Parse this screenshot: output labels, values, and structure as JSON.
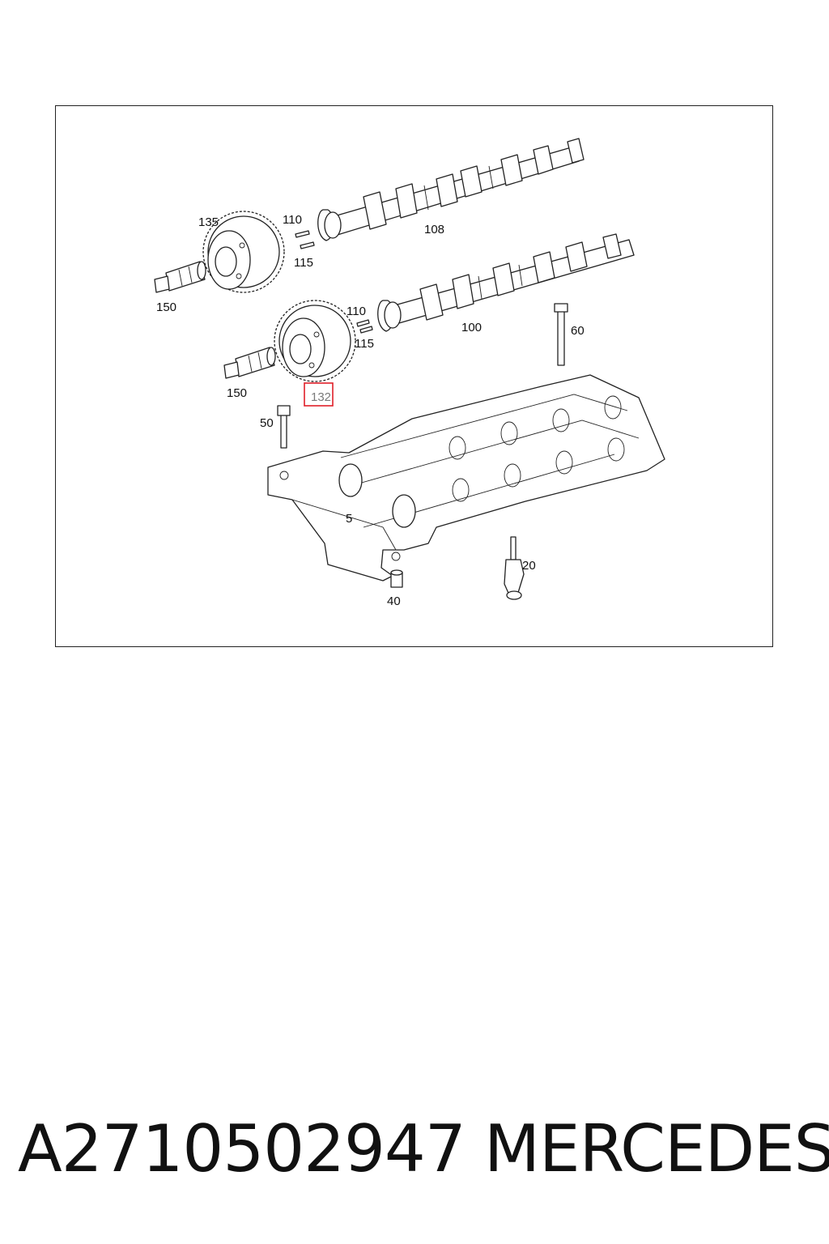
{
  "diagram": {
    "callouts": [
      {
        "id": "c135",
        "label": "135"
      },
      {
        "id": "c110a",
        "label": "110"
      },
      {
        "id": "c115a",
        "label": "115"
      },
      {
        "id": "c108",
        "label": "108"
      },
      {
        "id": "c150a",
        "label": "150"
      },
      {
        "id": "c110b",
        "label": "110"
      },
      {
        "id": "c115b",
        "label": "115"
      },
      {
        "id": "c100",
        "label": "100"
      },
      {
        "id": "c60",
        "label": "60"
      },
      {
        "id": "c150b",
        "label": "150"
      },
      {
        "id": "c132",
        "label": "132"
      },
      {
        "id": "c50",
        "label": "50"
      },
      {
        "id": "c5",
        "label": "5"
      },
      {
        "id": "c20",
        "label": "20"
      },
      {
        "id": "c40",
        "label": "40"
      }
    ],
    "highlight": {
      "label": "132",
      "color": "#e0202a"
    }
  },
  "caption": {
    "part_number": "A2710502947",
    "brand": "MERCEDES"
  }
}
